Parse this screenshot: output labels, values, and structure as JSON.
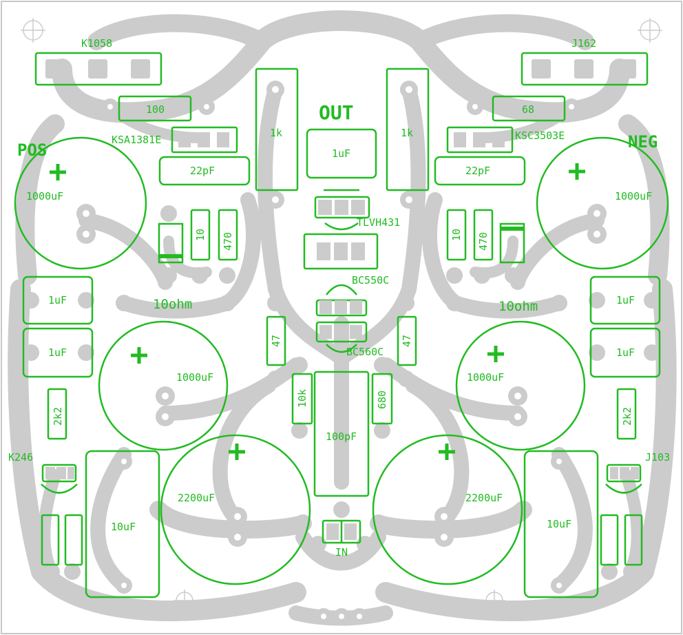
{
  "colors": {
    "background": "#ffffff",
    "copper": "#cccccc",
    "silkscreen": "#22bb22",
    "pad_hole": "#ffffff",
    "border": "#c8c8c8"
  },
  "headings": {
    "out": "OUT",
    "pos": "POS",
    "neg": "NEG",
    "in": "IN"
  },
  "components": [
    {
      "id": "k1058_label",
      "text": "K1058"
    },
    {
      "id": "j162_label",
      "text": "J162"
    },
    {
      "id": "r100",
      "text": "100"
    },
    {
      "id": "r68",
      "text": "68"
    },
    {
      "id": "ksa1381e",
      "text": "KSA1381E"
    },
    {
      "id": "ksc3503e",
      "text": "KSC3503E"
    },
    {
      "id": "r1k_left",
      "text": "1k"
    },
    {
      "id": "r1k_right",
      "text": "1k"
    },
    {
      "id": "c1uf_out",
      "text": "1uF"
    },
    {
      "id": "c22pf_left",
      "text": "22pF"
    },
    {
      "id": "c22pf_right",
      "text": "22pF"
    },
    {
      "id": "c1000uf_pos",
      "text": "1000uF"
    },
    {
      "id": "c1000uf_neg",
      "text": "1000uF"
    },
    {
      "id": "tlvh431",
      "text": "TLVH431"
    },
    {
      "id": "r10_left",
      "text": "10"
    },
    {
      "id": "r470_left",
      "text": "470"
    },
    {
      "id": "r10_right",
      "text": "10"
    },
    {
      "id": "r470_right",
      "text": "470"
    },
    {
      "id": "bc550c",
      "text": "BC550C"
    },
    {
      "id": "bc560c",
      "text": "BC560C"
    },
    {
      "id": "c1uf_l1",
      "text": "1uF"
    },
    {
      "id": "c1uf_l2",
      "text": "1uF"
    },
    {
      "id": "c1uf_r1",
      "text": "1uF"
    },
    {
      "id": "c1uf_r2",
      "text": "1uF"
    },
    {
      "id": "r10ohm_left",
      "text": "10ohm"
    },
    {
      "id": "r10ohm_right",
      "text": "10ohm"
    },
    {
      "id": "c1000uf_ml",
      "text": "1000uF"
    },
    {
      "id": "c1000uf_mr",
      "text": "1000uF"
    },
    {
      "id": "r47_left",
      "text": "47"
    },
    {
      "id": "r47_right",
      "text": "47"
    },
    {
      "id": "r10k",
      "text": "10k"
    },
    {
      "id": "r680",
      "text": "680"
    },
    {
      "id": "c100pf",
      "text": "100pF"
    },
    {
      "id": "r2k2_left",
      "text": "2k2"
    },
    {
      "id": "r2k2_right",
      "text": "2k2"
    },
    {
      "id": "k246_label",
      "text": "K246"
    },
    {
      "id": "j103_label",
      "text": "J103"
    },
    {
      "id": "c2200uf_left",
      "text": "2200uF"
    },
    {
      "id": "c2200uf_right",
      "text": "2200uF"
    },
    {
      "id": "c10uf_left",
      "text": "10uF"
    },
    {
      "id": "c10uf_right",
      "text": "10uF"
    }
  ]
}
